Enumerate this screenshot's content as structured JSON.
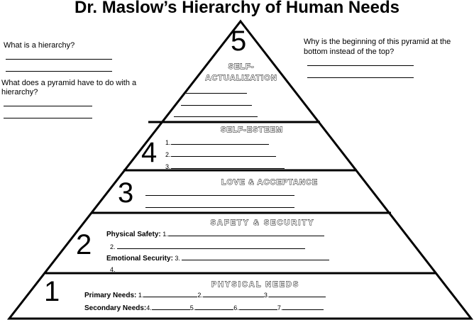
{
  "title": "Dr. Maslow’s Hierarchy of Human Needs",
  "questions": {
    "q1": "What  is a hierarchy?",
    "q2a": "What  does a pyramid have to do with a",
    "q2b": "hierarchy?",
    "q3a": "Why  is the beginning of this pyramid at the",
    "q3b": "bottom instead of the top?"
  },
  "levels": {
    "l5": {
      "number": "5",
      "name_line1": "SELF-",
      "name_line2": "ACTUALIZATION"
    },
    "l4": {
      "number": "4",
      "name": "SELF-ESTEEM",
      "items": [
        "1.",
        "2.",
        "3."
      ]
    },
    "l3": {
      "number": "3",
      "name": "LOVE & ACCEPTANCE"
    },
    "l2": {
      "number": "2",
      "name": "SAFETY & SECURITY",
      "physical_label": "Physical Safety:",
      "physical_items": [
        "1.",
        "2."
      ],
      "emotional_label": "Emotional Security:",
      "emotional_items": [
        "3.",
        "4."
      ]
    },
    "l1": {
      "number": "1",
      "name": "PHYSICAL  NEEDS",
      "primary_label": "Primary Needs:",
      "primary_items": [
        "1.",
        "2.",
        "3."
      ],
      "secondary_label": "Secondary Needs:",
      "secondary_items": [
        "4.",
        "5.",
        "6.",
        "7."
      ]
    }
  }
}
